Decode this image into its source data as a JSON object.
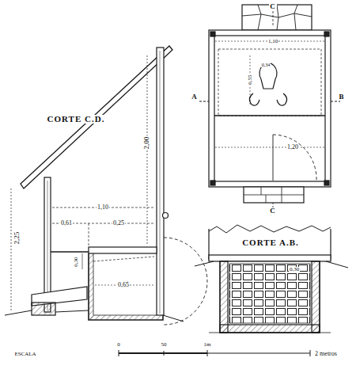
{
  "diagram": {
    "labels": [
      "CORTE C.D.",
      "2,25",
      "2,00",
      "1,10",
      "0,61",
      "0,25",
      "0,30",
      "0,65",
      "C",
      "A",
      "B",
      "1,10",
      "0,34",
      "0,55",
      "1,20",
      "C",
      "CORTE A.B.",
      "0,30",
      "ESCALA",
      "0",
      "50",
      "1m",
      "2 metros"
    ]
  }
}
